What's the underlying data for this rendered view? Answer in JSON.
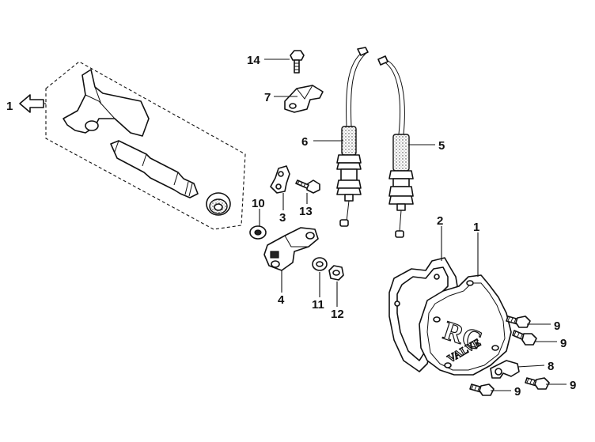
{
  "callouts": [
    {
      "id": "1",
      "label": "1"
    },
    {
      "id": "1b",
      "label": "1"
    },
    {
      "id": "2",
      "label": "2"
    },
    {
      "id": "3",
      "label": "3"
    },
    {
      "id": "4",
      "label": "4"
    },
    {
      "id": "5",
      "label": "5"
    },
    {
      "id": "6",
      "label": "6"
    },
    {
      "id": "7",
      "label": "7"
    },
    {
      "id": "8",
      "label": "8"
    },
    {
      "id": "9a",
      "label": "9"
    },
    {
      "id": "9b",
      "label": "9"
    },
    {
      "id": "9c",
      "label": "9"
    },
    {
      "id": "9d",
      "label": "9"
    },
    {
      "id": "10",
      "label": "10"
    },
    {
      "id": "11",
      "label": "11"
    },
    {
      "id": "12",
      "label": "12"
    },
    {
      "id": "13",
      "label": "13"
    },
    {
      "id": "14",
      "label": "14"
    }
  ],
  "cover_emboss": {
    "line1": "RC",
    "line2": "VALVE"
  }
}
